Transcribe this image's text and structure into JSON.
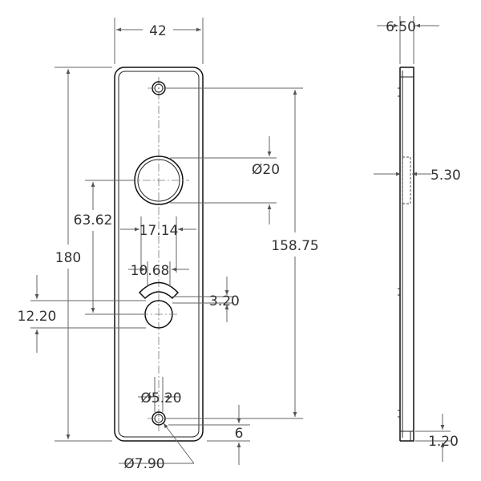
{
  "drawing": {
    "dimensions": {
      "plate_width": "42",
      "plate_height": "180",
      "hole_spacing": "158.75",
      "spindle_hole": "Ø20",
      "spindle_offset": "63.62",
      "indicator_width": "17.14",
      "indicator_slot": "10.68",
      "indicator_gap": "3.20",
      "thumb_hole": "12.20",
      "screw_hole": "Ø5.20",
      "countersink": "Ø7.90",
      "edge_offset": "6",
      "side_thickness": "6.50",
      "side_recess": "5.30",
      "side_flange": "1.20"
    }
  }
}
